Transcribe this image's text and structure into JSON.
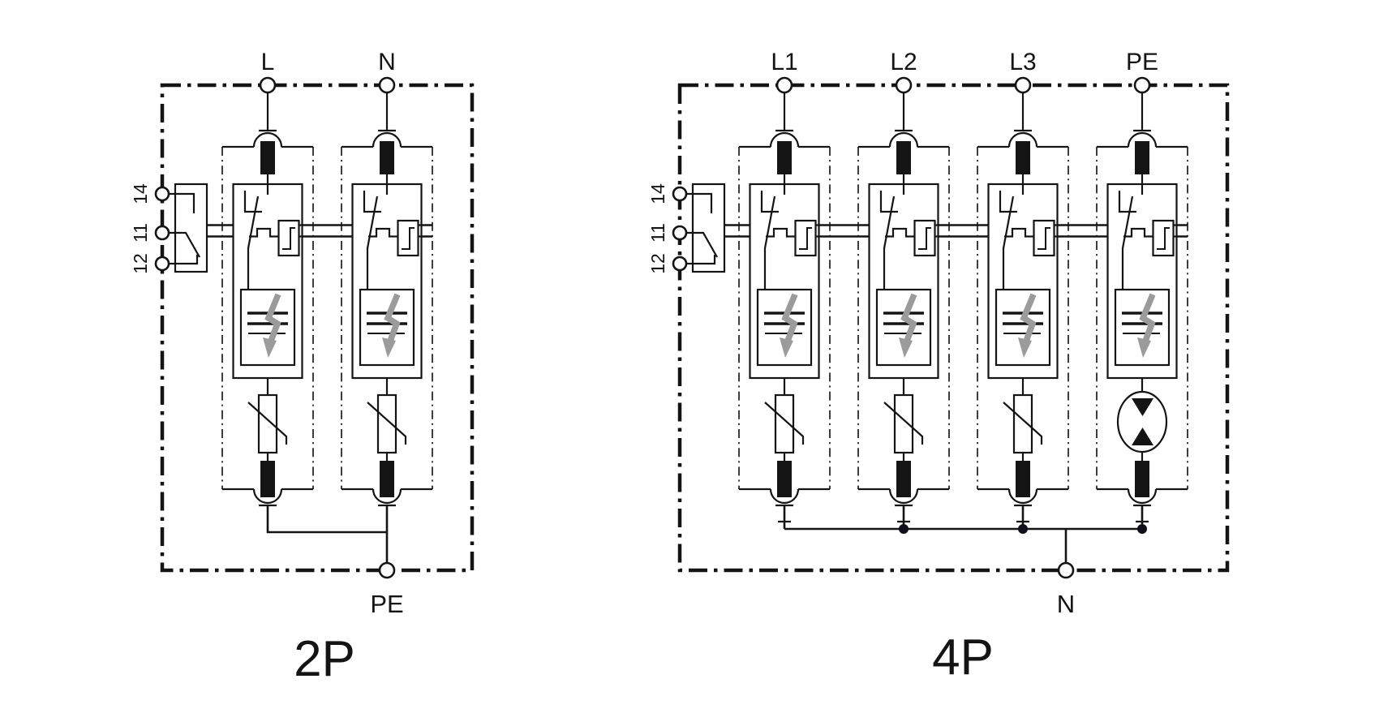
{
  "colors": {
    "ink": "#141414",
    "lightning_gray": "#9b9b9b",
    "background": "#ffffff"
  },
  "diagrams": {
    "p2": {
      "title": "2P",
      "top_terminals": [
        "L",
        "N"
      ],
      "bottom_terminal": "PE",
      "remote_contact_terminals": [
        "14",
        "11",
        "12"
      ]
    },
    "p4": {
      "title": "4P",
      "top_terminals": [
        "L1",
        "L2",
        "L3",
        "PE"
      ],
      "bottom_terminal": "N",
      "remote_contact_terminals": [
        "14",
        "11",
        "12"
      ]
    }
  }
}
